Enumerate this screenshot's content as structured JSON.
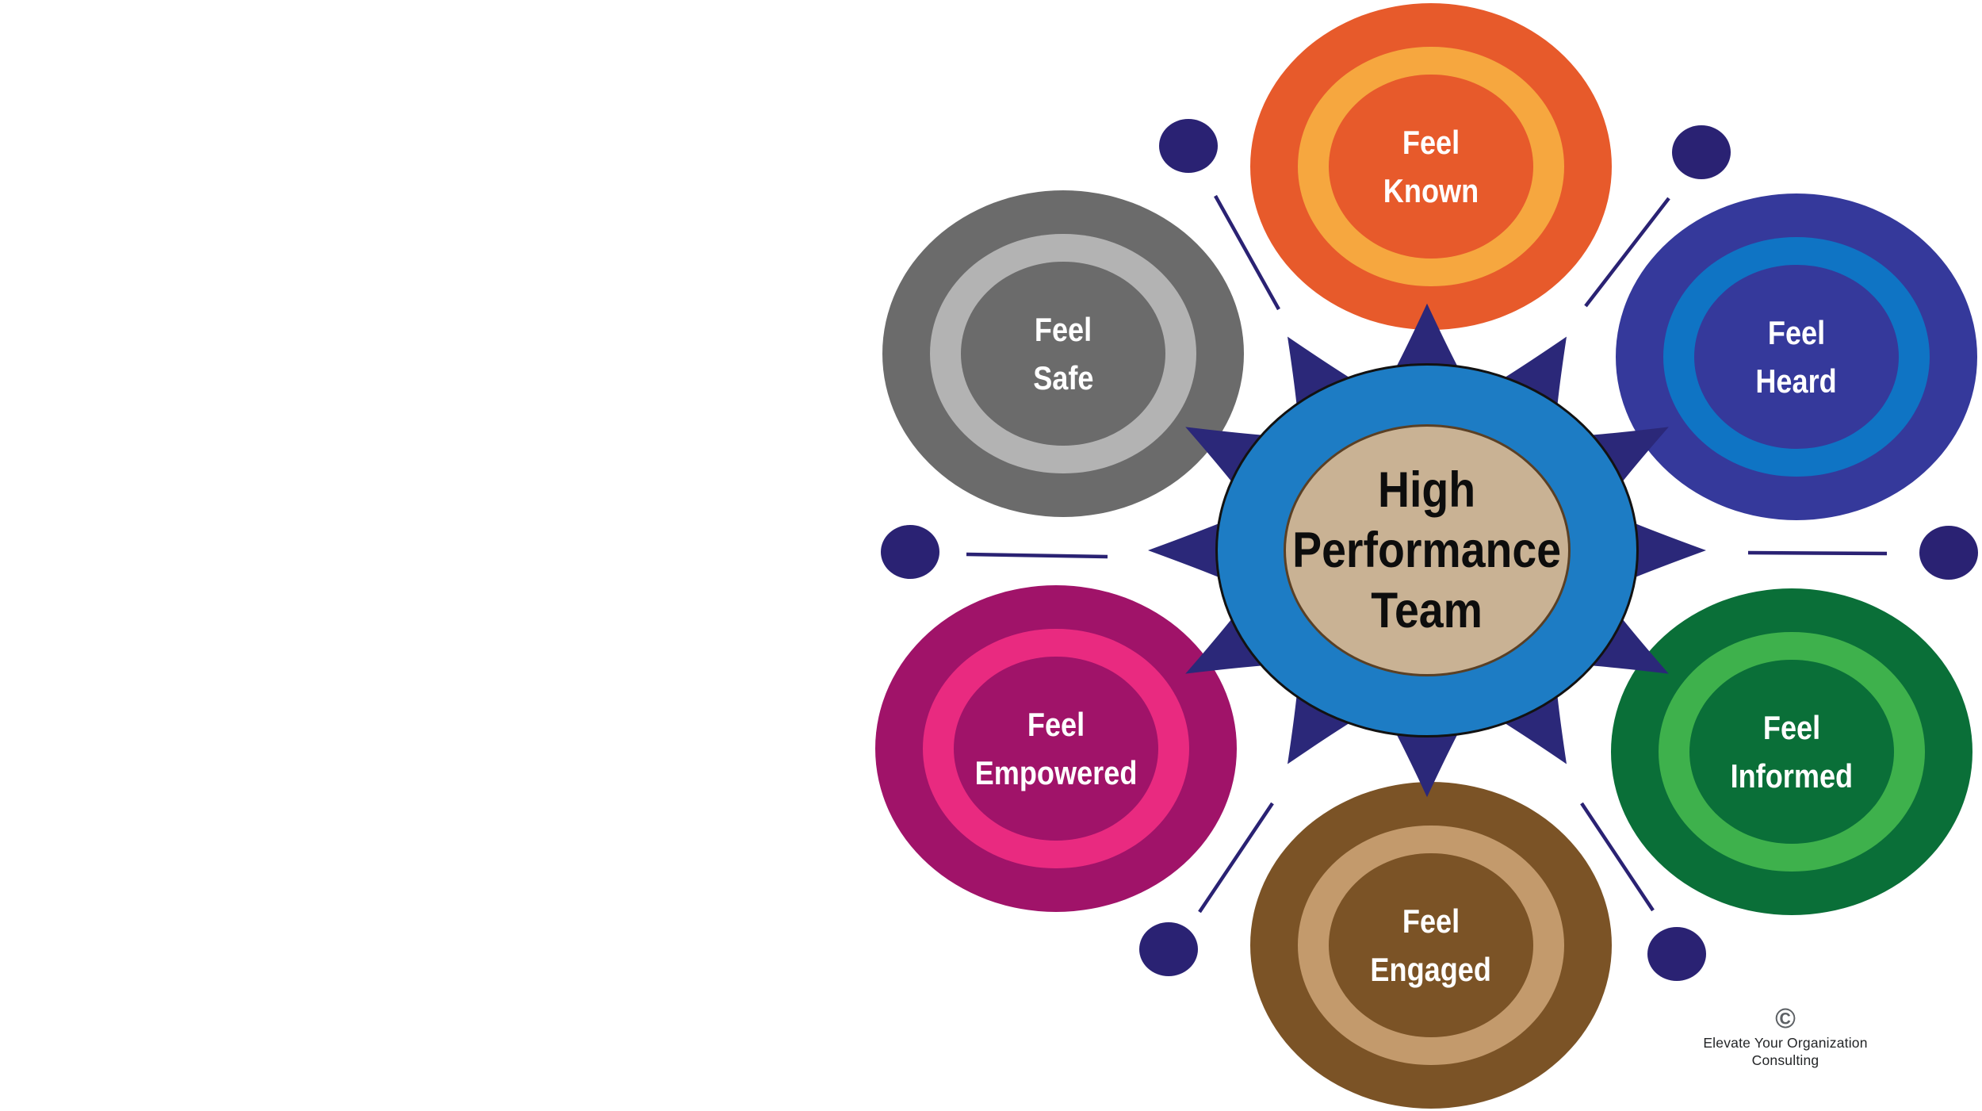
{
  "diagram": {
    "center": {
      "lines": [
        "High",
        "Performance",
        "Team"
      ],
      "fill": "#1d7cc4",
      "outline": "#121212",
      "inner_fill": "#c9b294",
      "inner_border": "#5a4025",
      "text_color": "#0d0d0d"
    },
    "connector_color": "#2a2273",
    "star_color": "#2b2879",
    "nodes": [
      {
        "id": "feel-known",
        "lines": [
          "Feel",
          "Known"
        ],
        "base": "#e75a2b",
        "ring": "#f6a73f",
        "text_color": "#ffffff"
      },
      {
        "id": "feel-heard",
        "lines": [
          "Feel",
          "Heard"
        ],
        "base": "#35399b",
        "ring": "#0f74c4",
        "text_color": "#ffffff"
      },
      {
        "id": "feel-informed",
        "lines": [
          "Feel",
          "Informed"
        ],
        "base": "#0a6f38",
        "ring": "#3eb14c",
        "text_color": "#ffffff"
      },
      {
        "id": "feel-engaged",
        "lines": [
          "Feel",
          "Engaged"
        ],
        "base": "#7b5326",
        "ring": "#c39a6c",
        "text_color": "#ffffff"
      },
      {
        "id": "feel-empowered",
        "lines": [
          "Feel",
          "Empowered"
        ],
        "base": "#a01369",
        "ring": "#e92a80",
        "text_color": "#ffffff"
      },
      {
        "id": "feel-safe",
        "lines": [
          "Feel",
          "Safe"
        ],
        "base": "#6b6b6b",
        "ring": "#b3b3b3",
        "text_color": "#ffffff"
      }
    ]
  },
  "footer": {
    "symbol": "©",
    "line1": "Elevate Your Organization",
    "line2": "Consulting",
    "symbol_color": "#5d6165",
    "text_color": "#232527"
  }
}
